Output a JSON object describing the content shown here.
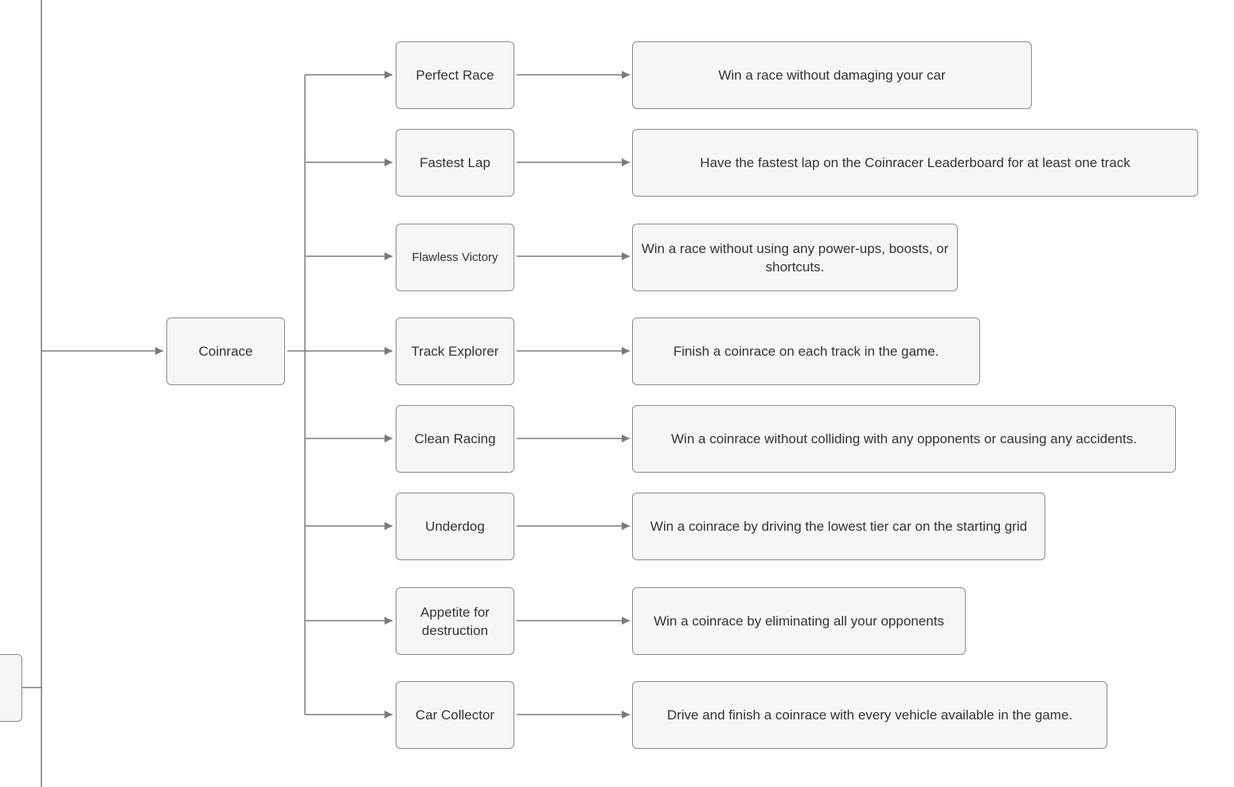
{
  "colors": {
    "line": "#7a7a7a",
    "node_fill": "#f6f6f6",
    "node_border": "#8a8a8a",
    "text": "#333333"
  },
  "root": {
    "label": "Coinrace"
  },
  "achievements": [
    {
      "name": "Perfect Race",
      "description": "Win a race without damaging your car"
    },
    {
      "name": "Fastest Lap",
      "description": "Have the fastest lap on the Coinracer Leaderboard for at least one track"
    },
    {
      "name": "Flawless Victory",
      "description": "Win a race without using any power-ups, boosts, or shortcuts."
    },
    {
      "name": "Track Explorer",
      "description": "Finish a coinrace on each track in the game."
    },
    {
      "name": "Clean Racing",
      "description": "Win a coinrace without colliding with any opponents or causing any accidents."
    },
    {
      "name": "Underdog",
      "description": "Win a coinrace by driving the lowest tier car on the starting grid"
    },
    {
      "name": "Appetite for destruction",
      "description": "Win a coinrace by eliminating all your opponents"
    },
    {
      "name": "Car Collector",
      "description": "Drive and finish a coinrace with every vehicle available in the game."
    }
  ]
}
